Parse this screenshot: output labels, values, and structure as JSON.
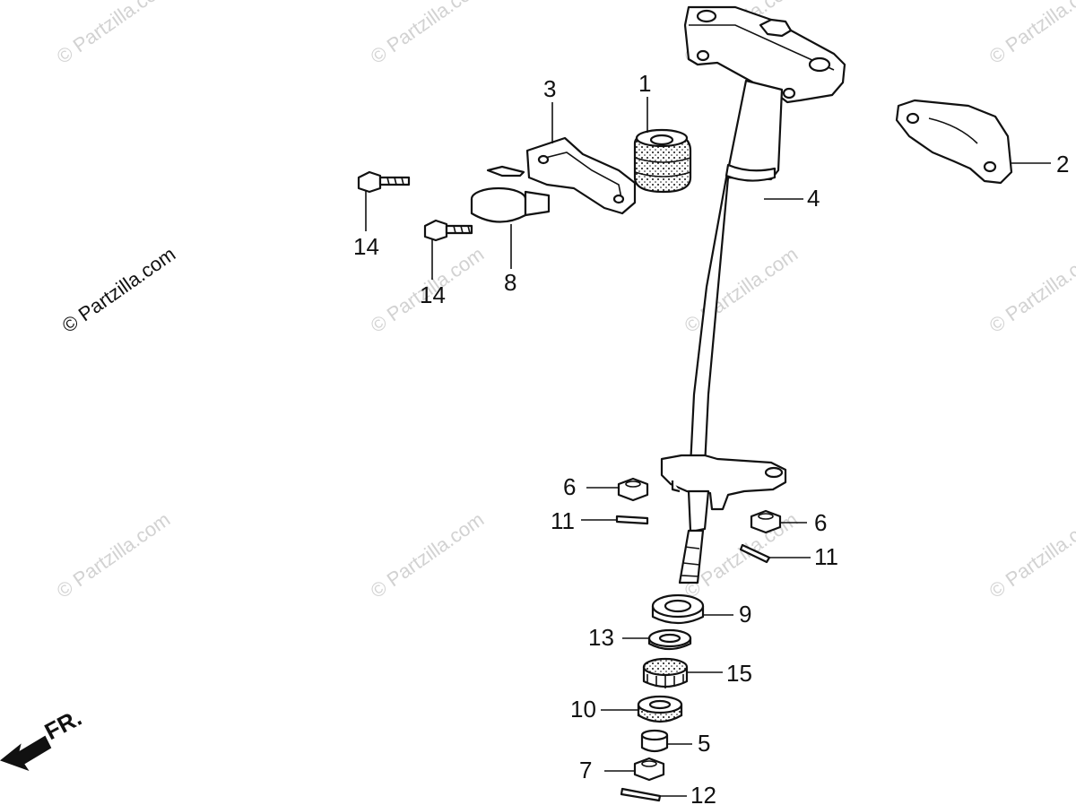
{
  "watermark": "© Partzilla.com",
  "direction_label": "FR.",
  "callouts": {
    "c1": "1",
    "c2": "2",
    "c3": "3",
    "c4": "4",
    "c5": "5",
    "c6a": "6",
    "c6b": "6",
    "c7": "7",
    "c8": "8",
    "c9": "9",
    "c10": "10",
    "c11a": "11",
    "c11b": "11",
    "c12": "12",
    "c13": "13",
    "c14a": "14",
    "c14b": "14",
    "c15": "15"
  },
  "colors": {
    "line": "#111111",
    "watermark": "#d2d2d2",
    "background": "#ffffff"
  }
}
